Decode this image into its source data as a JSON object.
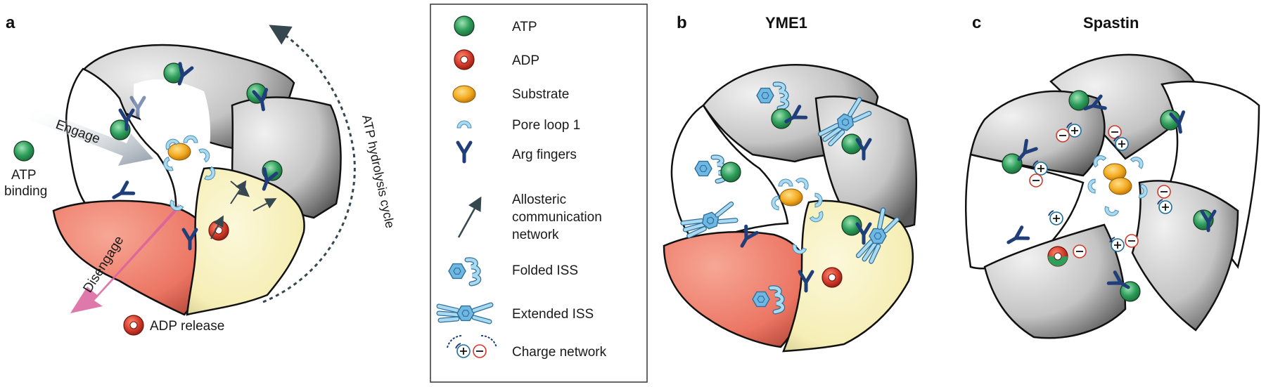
{
  "panels": {
    "a": {
      "letter": "a"
    },
    "b": {
      "letter": "b",
      "title": "YME1"
    },
    "c": {
      "letter": "c",
      "title": "Spastin"
    }
  },
  "labels": {
    "engage": "Engage",
    "disengage": "Disengage",
    "atp_binding_1": "ATP",
    "atp_binding_2": "binding",
    "adp_release": "ADP release",
    "cycle": "ATP hydrolysis cycle"
  },
  "legend": [
    {
      "icon": "atp-icon",
      "label": "ATP"
    },
    {
      "icon": "adp-icon",
      "label": "ADP"
    },
    {
      "icon": "substrate-icon",
      "label": "Substrate"
    },
    {
      "icon": "pore-loop-icon",
      "label": "Pore loop 1"
    },
    {
      "icon": "arg-finger-icon",
      "label": "Arg fingers"
    },
    {
      "icon": "allosteric-arrow-icon",
      "label": [
        "Allosteric",
        "communication",
        "network"
      ]
    },
    {
      "icon": "folded-iss-icon",
      "label": "Folded ISS"
    },
    {
      "icon": "extended-iss-icon",
      "label": "Extended ISS"
    },
    {
      "icon": "charge-network-icon",
      "label": "Charge network"
    }
  ],
  "colors": {
    "atp": "#2e9e5b",
    "adp": "#d13a2a",
    "substrate": "#f2a81d",
    "pore_loop": "#a9daf0",
    "arg_finger": "#1f3e7a",
    "iss": "#6fb8e3",
    "subunit_grey": "#bdbdbd",
    "subunit_white": "#ffffff",
    "subunit_red": "#f08070",
    "subunit_yellow": "#f7f0b8",
    "engage_arrow": "#9aa7b2",
    "disengage_arrow": "#d9619e"
  }
}
